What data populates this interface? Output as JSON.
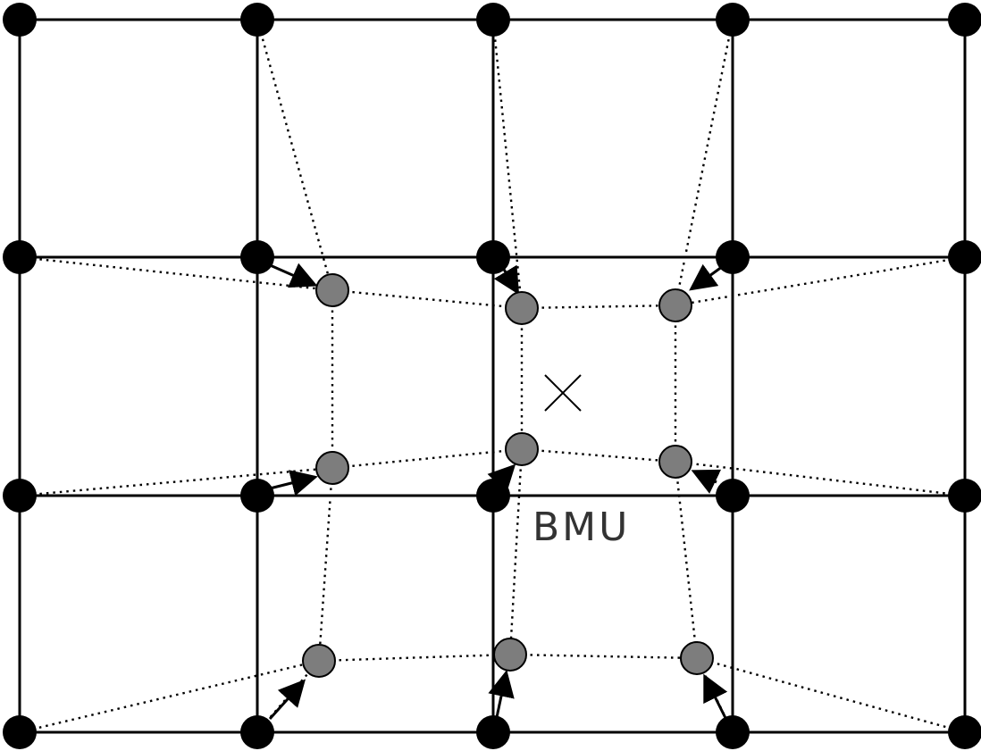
{
  "diagram": {
    "labels": {
      "bmu": "BMU"
    },
    "colors": {
      "grid_line": "#000000",
      "original_node": "#000000",
      "updated_node_fill": "#7d7d7d",
      "updated_node_stroke": "#000000",
      "label_text": "#333333"
    },
    "icons": {
      "original_node": "black-dot-icon",
      "updated_node": "gray-dot-icon",
      "input_marker": "cross-icon",
      "move_arrow": "arrow-icon"
    },
    "grid": {
      "columns": 5,
      "rows": 4
    }
  }
}
